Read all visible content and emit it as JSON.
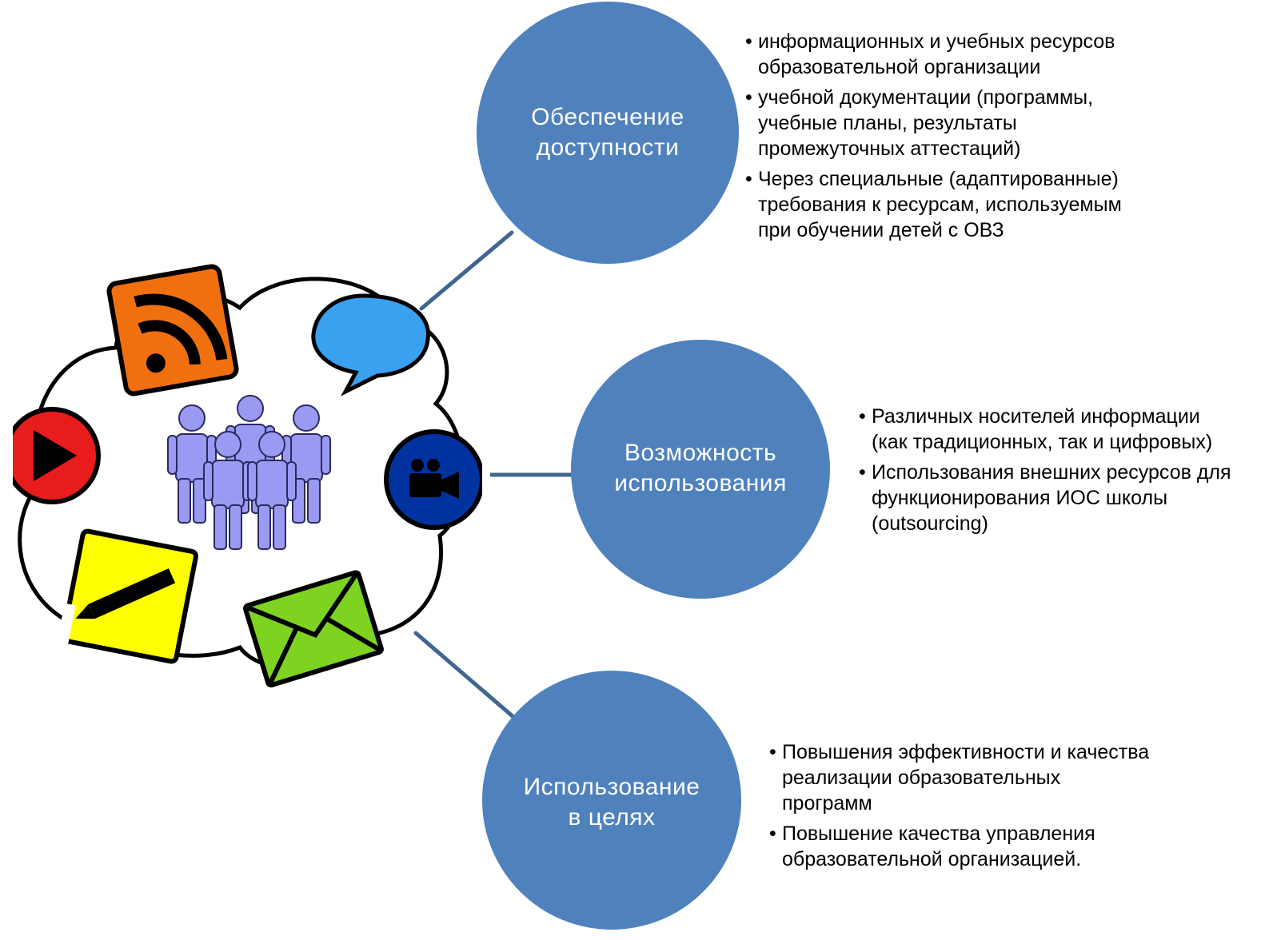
{
  "colors": {
    "circle": "#4f81bd",
    "connector": "#3f6690",
    "cloud_outline": "#000000",
    "people": "#9a9af2",
    "rss_tile": "#f07010",
    "chat_bubble": "#3aa0f0",
    "video_icon": "#0033a0",
    "play_icon": "#e81c1c",
    "pencil_tile": "#ffff00",
    "mail_tile": "#7ed321"
  },
  "icons": [
    "rss-icon",
    "chat-bubble-icon",
    "video-camera-icon",
    "play-icon",
    "pencil-icon",
    "mail-icon",
    "people-group-icon"
  ],
  "nodes": [
    {
      "title_lines": [
        "Обеспечение",
        "доступности"
      ],
      "bullets": [
        "информационных и учебных  ресурсов\nобразовательной организации",
        " учебной документации (программы,\nучебные планы, результаты\nпромежуточных аттестаций)",
        "Через специальные (адаптированные)\nтребования к ресурсам, используемым\nпри обучении детей с ОВЗ"
      ]
    },
    {
      "title_lines": [
        "Возможность",
        "использования"
      ],
      "bullets": [
        "Различных носителей информации\n(как традиционных, так и цифровых)",
        "Использования внешних ресурсов для\nфункционирования ИОС школы\n(outsourcing)"
      ]
    },
    {
      "title_lines": [
        "Использование",
        "в целях"
      ],
      "bullets": [
        "Повышения эффективности и качества\nреализации образовательных\nпрограмм",
        "Повышение качества управления\nобразовательной организацией."
      ]
    }
  ]
}
